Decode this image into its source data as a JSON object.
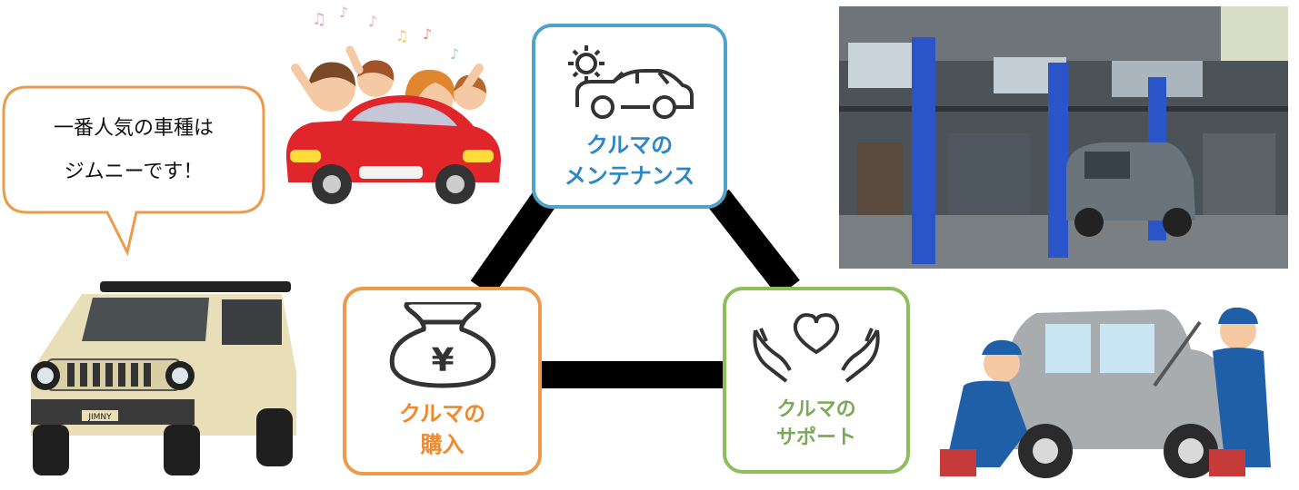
{
  "speech_bubble": {
    "line1": "一番人気の車種は",
    "line2": "ジムニーです！"
  },
  "boxes": {
    "maintenance": {
      "line1": "クルマの",
      "line2": "メンテナンス",
      "icon": "gear-car-icon"
    },
    "purchase": {
      "line1": "クルマの",
      "line2": "購入",
      "icon": "yen-purse-icon"
    },
    "support": {
      "line1": "クルマの",
      "line2": "サポート",
      "icon": "heart-hands-icon"
    }
  },
  "jimny": {
    "badge": "JIMNY"
  },
  "colors": {
    "maintenance_border": "#4fa3c9",
    "maintenance_text": "#2f86c6",
    "purchase_border": "#ee9a4b",
    "purchase_text": "#ee8a2c",
    "support_border": "#8ebd5e",
    "support_text": "#7aa957",
    "bubble_border": "#ee9a4b",
    "connector": "#000000"
  }
}
